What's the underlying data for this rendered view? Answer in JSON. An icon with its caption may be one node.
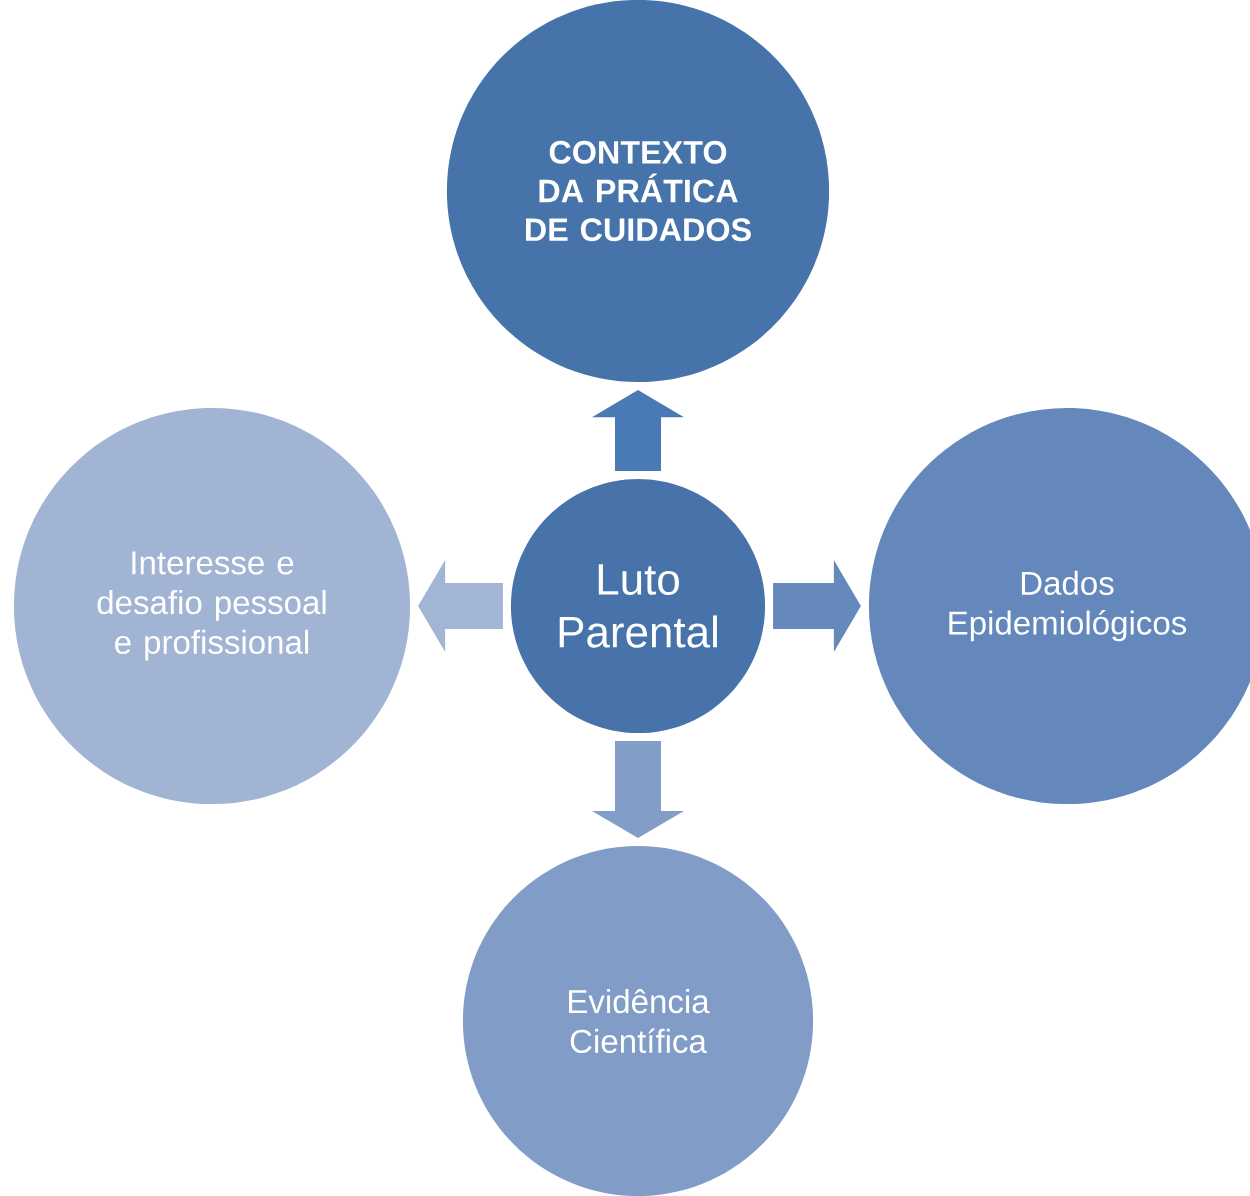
{
  "diagram": {
    "nodes": [
      {
        "text": [
          "CONTEXTO DA PRÁTICA DE CUIDADOS"
        ]
      },
      {
        "text": [
          "Interesse e desafio pessoal e profissional"
        ]
      },
      {
        "text": [
          "Luto Parental"
        ]
      },
      {
        "text": [
          "Dados Epidemiológicos"
        ]
      },
      {
        "text": [
          "Evidência Científica"
        ]
      }
    ],
    "edges": [
      {
        "from": 2,
        "to": 0,
        "arrow": "to",
        "color": "#4a7ab5"
      },
      {
        "from": 2,
        "to": 1,
        "arrow": "to",
        "color": "#a3b5d5"
      },
      {
        "from": 2,
        "to": 3,
        "arrow": "to",
        "color": "#6589bc"
      },
      {
        "from": 2,
        "to": 4,
        "arrow": "to",
        "color": "#829dc8"
      }
    ]
  }
}
